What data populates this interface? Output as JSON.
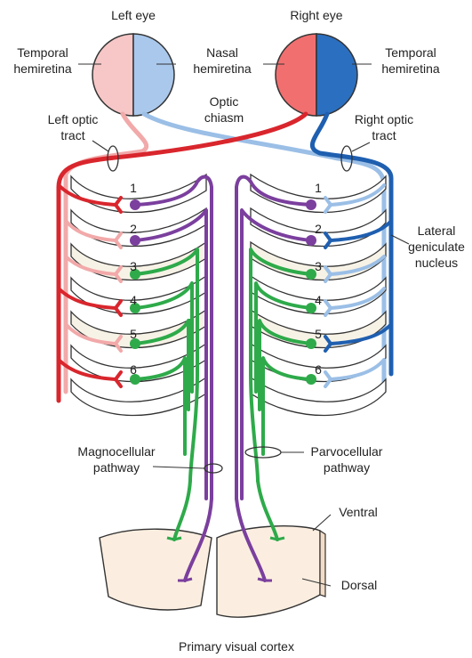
{
  "labels": {
    "left_eye": "Left eye",
    "right_eye": "Right eye",
    "temporal_left_1": "Temporal",
    "temporal_left_2": "hemiretina",
    "nasal_1": "Nasal",
    "nasal_2": "hemiretina",
    "temporal_right_1": "Temporal",
    "temporal_right_2": "hemiretina",
    "optic_chiasm_1": "Optic",
    "optic_chiasm_2": "chiasm",
    "left_tract_1": "Left optic",
    "left_tract_2": "tract",
    "right_tract_1": "Right optic",
    "right_tract_2": "tract",
    "lgn_1": "Lateral",
    "lgn_2": "geniculate",
    "lgn_3": "nucleus",
    "magno_1": "Magnocellular",
    "magno_2": "pathway",
    "parvo_1": "Parvocellular",
    "parvo_2": "pathway",
    "ventral": "Ventral",
    "dorsal": "Dorsal",
    "cortex": "Primary visual cortex"
  },
  "layers": [
    "1",
    "2",
    "3",
    "4",
    "5",
    "6"
  ],
  "colors": {
    "left_temporal": "#f7c6c6",
    "left_nasal": "#a9c8ec",
    "right_nasal": "#f26f6f",
    "right_temporal": "#2b6fc0",
    "light_red": "#f2a9a9",
    "dark_red": "#d9262d",
    "light_blue": "#9bbfe6",
    "dark_blue": "#1f5fb0",
    "magno": "#7b3f9e",
    "parvo": "#2eaa4a",
    "cortex_fill": "#fbeee0"
  }
}
